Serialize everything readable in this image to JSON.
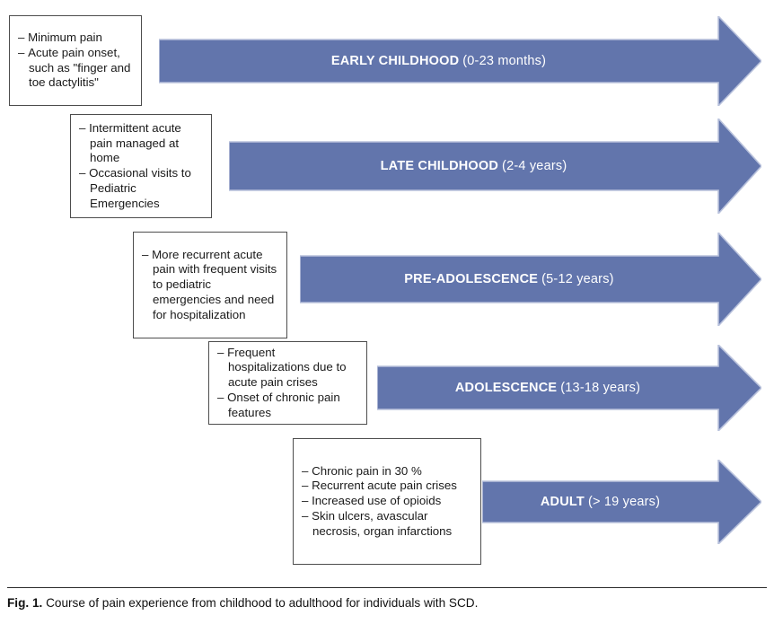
{
  "figure": {
    "caption_label": "Fig. 1.",
    "caption_text": "Course of pain experience from childhood to adulthood for individuals with SCD.",
    "arrow_color": "#6275ac",
    "arrow_border_color": "#b9c2dc",
    "box_border_color": "#4d4d4d",
    "text_color": "#1a1a1a",
    "arrow_label_color": "#ffffff"
  },
  "stages": [
    {
      "id": "early-childhood",
      "stage_name": "EARLY CHILDHOOD",
      "age_range": "(0-23 months)",
      "bullets": [
        "Minimum pain",
        "Acute pain onset, such as \"finger and toe dactylitis\""
      ]
    },
    {
      "id": "late-childhood",
      "stage_name": "LATE CHILDHOOD",
      "age_range": "(2-4 years)",
      "bullets": [
        "Intermittent acute pain managed at home",
        "Occasional visits to Pediatric Emergencies"
      ]
    },
    {
      "id": "pre-adolescence",
      "stage_name": "PRE-ADOLESCENCE",
      "age_range": "(5-12 years)",
      "bullets": [
        "More recurrent acute pain with frequent visits to pediatric emergencies and need for hospitalization"
      ]
    },
    {
      "id": "adolescence",
      "stage_name": "ADOLESCENCE",
      "age_range": "(13-18 years)",
      "bullets": [
        "Frequent hospitalizations due to acute pain crises",
        "Onset of chronic pain features"
      ]
    },
    {
      "id": "adult",
      "stage_name": "ADULT",
      "age_range": "(> 19 years)",
      "bullets": [
        "Chronic pain in 30 %",
        "Recurrent acute pain crises",
        "Increased use of opioids",
        "Skin ulcers, avascular necrosis, organ infarctions"
      ]
    }
  ]
}
